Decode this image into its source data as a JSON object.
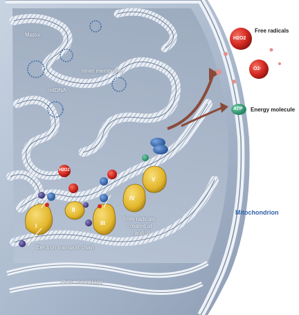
{
  "labels": {
    "matrix": "Matrix",
    "inner_membrane": "Inner membrane",
    "mtdna": "mtDNA",
    "outer_membrane": "Outer membrane",
    "electron_transport_chain": "Electron transport chain",
    "free_radicals_created_line1": "Free radicals",
    "free_radicals_created_line2": "created at",
    "free_radicals_created_line3": "I and III",
    "free_radicals": "Free radicals",
    "energy_molecule": "Energy molecule",
    "mitochondrion": "Mitochondrion"
  },
  "complexes": [
    "I",
    "II",
    "III",
    "IV",
    "V"
  ],
  "molecules": {
    "h2o2": "H2O2",
    "o2": "O2",
    "o2_radical": "O2·",
    "atp": "ATP"
  },
  "colors": {
    "background": "#ffffff",
    "membrane_blue": "#aebdd2",
    "membrane_shadow": "#7f8fa7",
    "complex_yellow": "#e3b72c",
    "radical_red": "#d42a22",
    "atp_green": "#2f9c78",
    "electron_purple": "#4a3f8a",
    "title_blue": "#2f5fa8"
  }
}
